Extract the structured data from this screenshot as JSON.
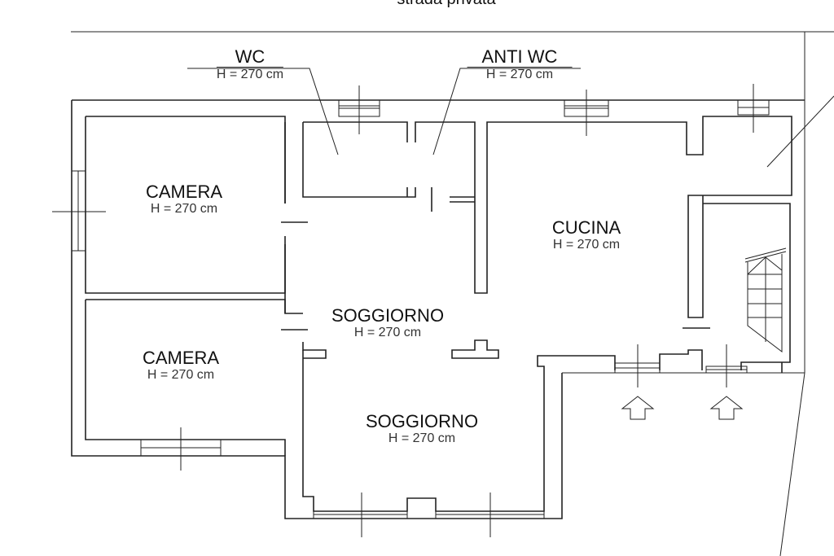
{
  "street_label": "strada privata",
  "rooms": [
    {
      "name": "WC",
      "height": "H = 270 cm"
    },
    {
      "name": "ANTI WC",
      "height": "H = 270 cm"
    },
    {
      "name": "CAMERA",
      "height": "H = 270 cm"
    },
    {
      "name": "CUCINA",
      "height": "H = 270 cm"
    },
    {
      "name": "SOGGIORNO",
      "height": "H = 270 cm"
    },
    {
      "name": "CAMERA",
      "height": "H = 270 cm"
    },
    {
      "name": "SOGGIORNO",
      "height": "H = 270 cm"
    }
  ]
}
